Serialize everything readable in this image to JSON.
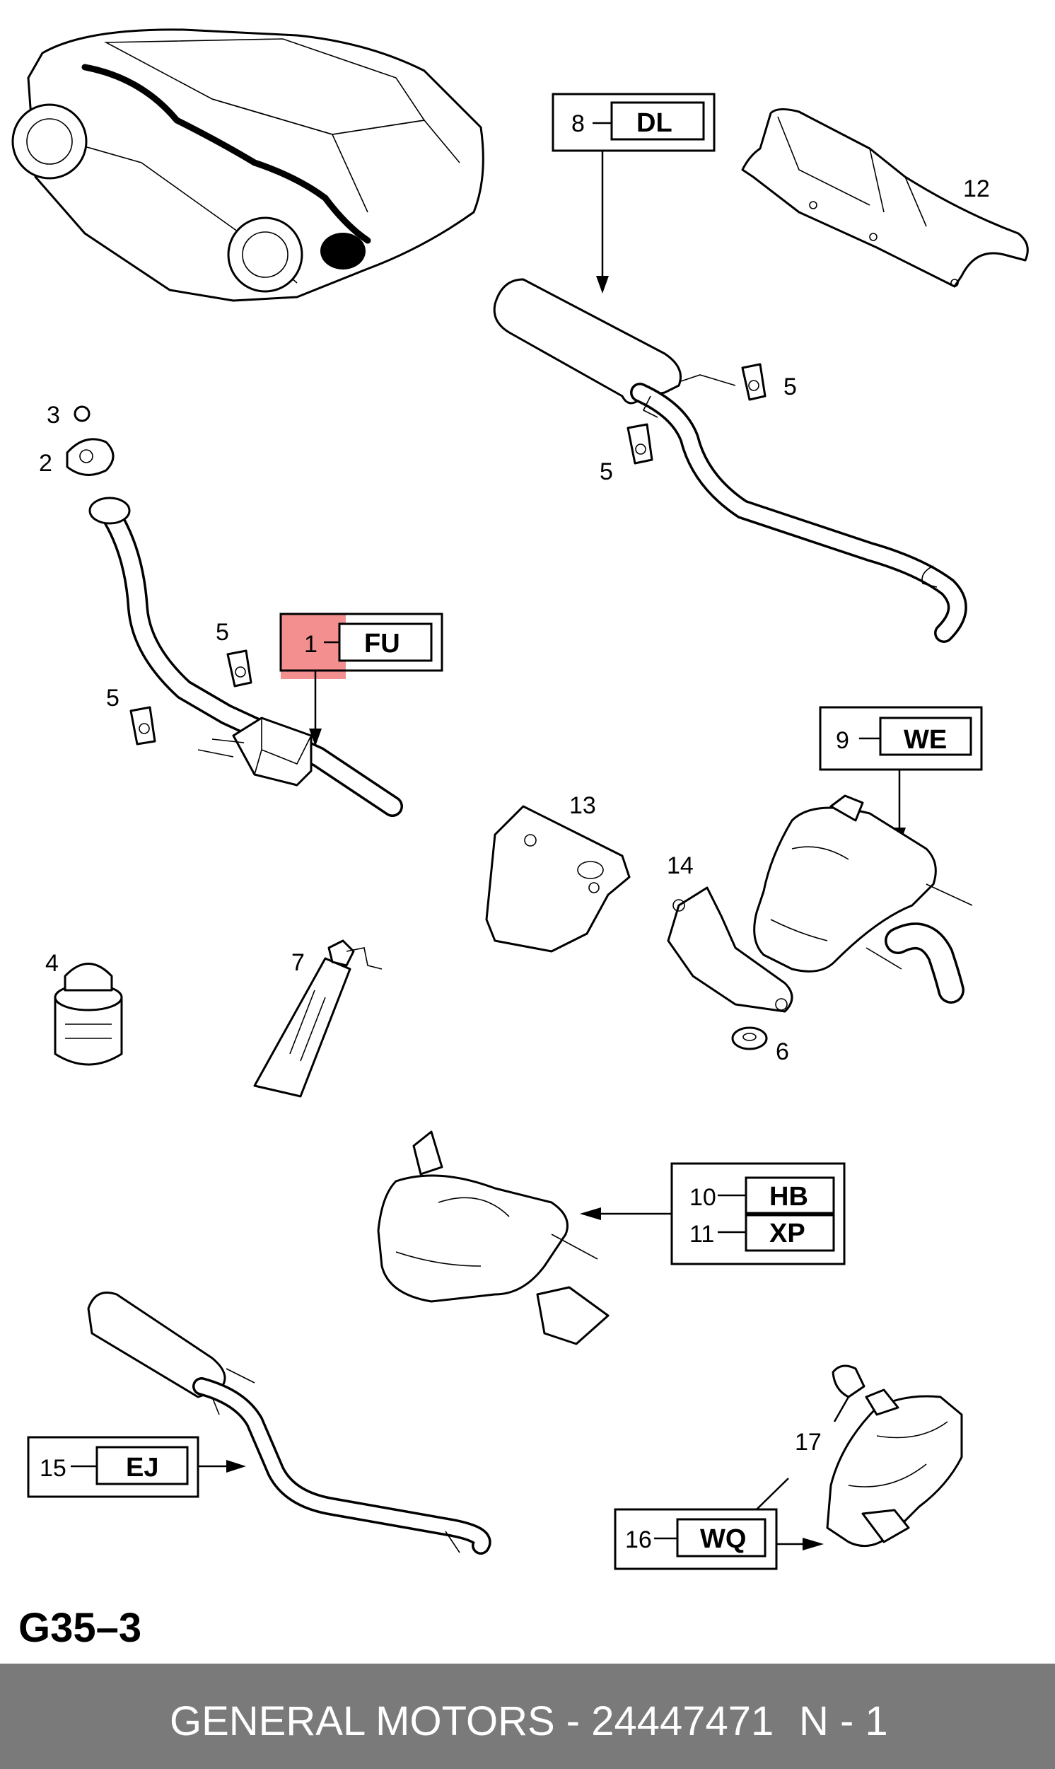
{
  "diagram_id": "G35–3",
  "footer": {
    "text": "GENERAL MOTORS - 24447471",
    "position": "N - 1"
  },
  "highlight_color": "#f06060",
  "parts": {
    "p1": {
      "num": "1",
      "code": "FU"
    },
    "p2": {
      "num": "2"
    },
    "p3": {
      "num": "3"
    },
    "p4": {
      "num": "4"
    },
    "p5": {
      "num": "5"
    },
    "p6": {
      "num": "6"
    },
    "p7": {
      "num": "7"
    },
    "p8": {
      "num": "8",
      "code": "DL"
    },
    "p9": {
      "num": "9",
      "code": "WE"
    },
    "p10": {
      "num": "10",
      "code": "HB"
    },
    "p11": {
      "num": "11",
      "code": "XP"
    },
    "p12": {
      "num": "12"
    },
    "p13": {
      "num": "13"
    },
    "p14": {
      "num": "14"
    },
    "p15": {
      "num": "15",
      "code": "EJ"
    },
    "p16": {
      "num": "16",
      "code": "WQ"
    },
    "p17": {
      "num": "17"
    }
  }
}
